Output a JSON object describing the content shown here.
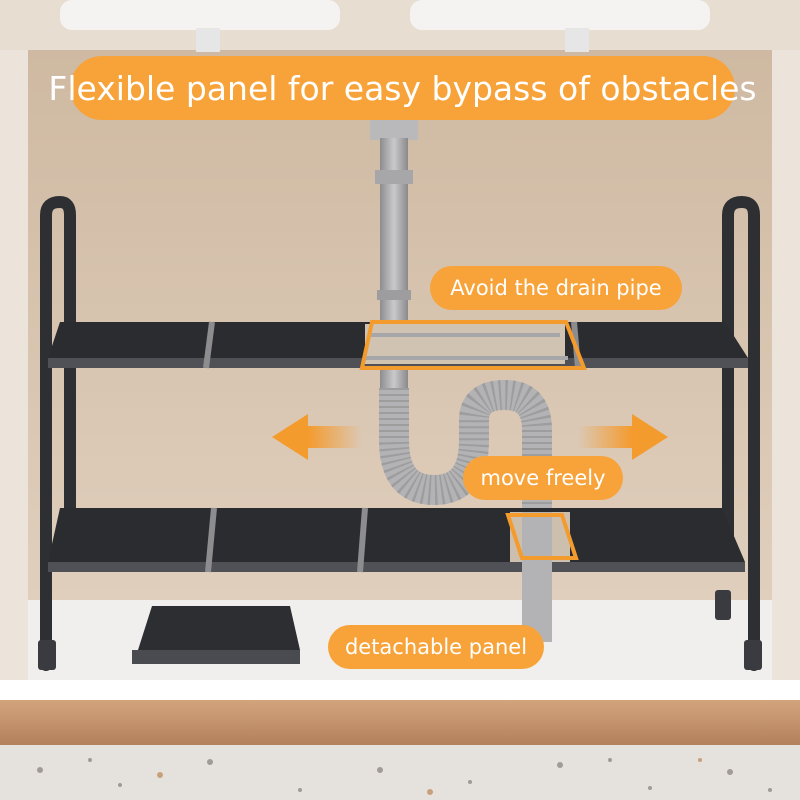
{
  "labels": {
    "headline": "Flexible panel for easy bypass of obstacles",
    "drain_pipe": "Avoid the drain pipe",
    "move": "move freely",
    "detachable": "detachable panel"
  },
  "colors": {
    "callout_orange": "#f7a33a",
    "highlight_orange": "#f49b2e",
    "rack_dark": "#2b2c30",
    "wall_beige": "#d9c7b3",
    "floor_white": "#f1efee",
    "floorboard_wood": "#c0906a"
  },
  "icons": [
    "arrow-left-icon",
    "arrow-right-icon"
  ]
}
